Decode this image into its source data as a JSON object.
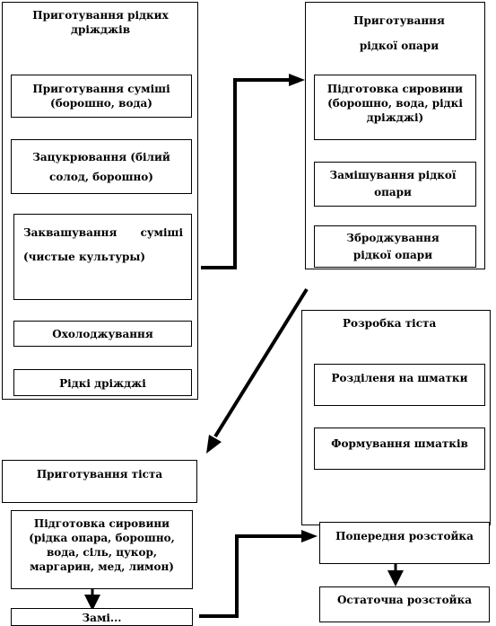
{
  "panels": {
    "liquid_yeast": {
      "title": "Приготування рідких дріжджів",
      "steps": [
        "Приготування суміші (борошно, вода)",
        "Зацукрювання (білий солод, борошно)",
        "Заквашування суміші (чистые культуры)",
        "Охолоджування",
        "Рідкі дріжджі"
      ]
    },
    "liquid_sponge": {
      "title": "Приготування рідкої опари",
      "steps": [
        "Підготовка сировини (борошно, вода, рідкі дріжджі)",
        "Замішування рідкої опари",
        "Зброджування рідкої опари"
      ]
    },
    "dough_processing": {
      "title": "Розробка тіста",
      "steps": [
        "Розділеня на шматки",
        "Формування шматків",
        "Попередня розстойка",
        "Остаточна розстойка"
      ]
    },
    "dough_preparation": {
      "title": "Приготування тіста",
      "steps": [
        "Підготовка сировини (рідка опара, борошно, вода, сіль, цукор, маргарин, мед, лимон)",
        "Замі..."
      ]
    }
  }
}
